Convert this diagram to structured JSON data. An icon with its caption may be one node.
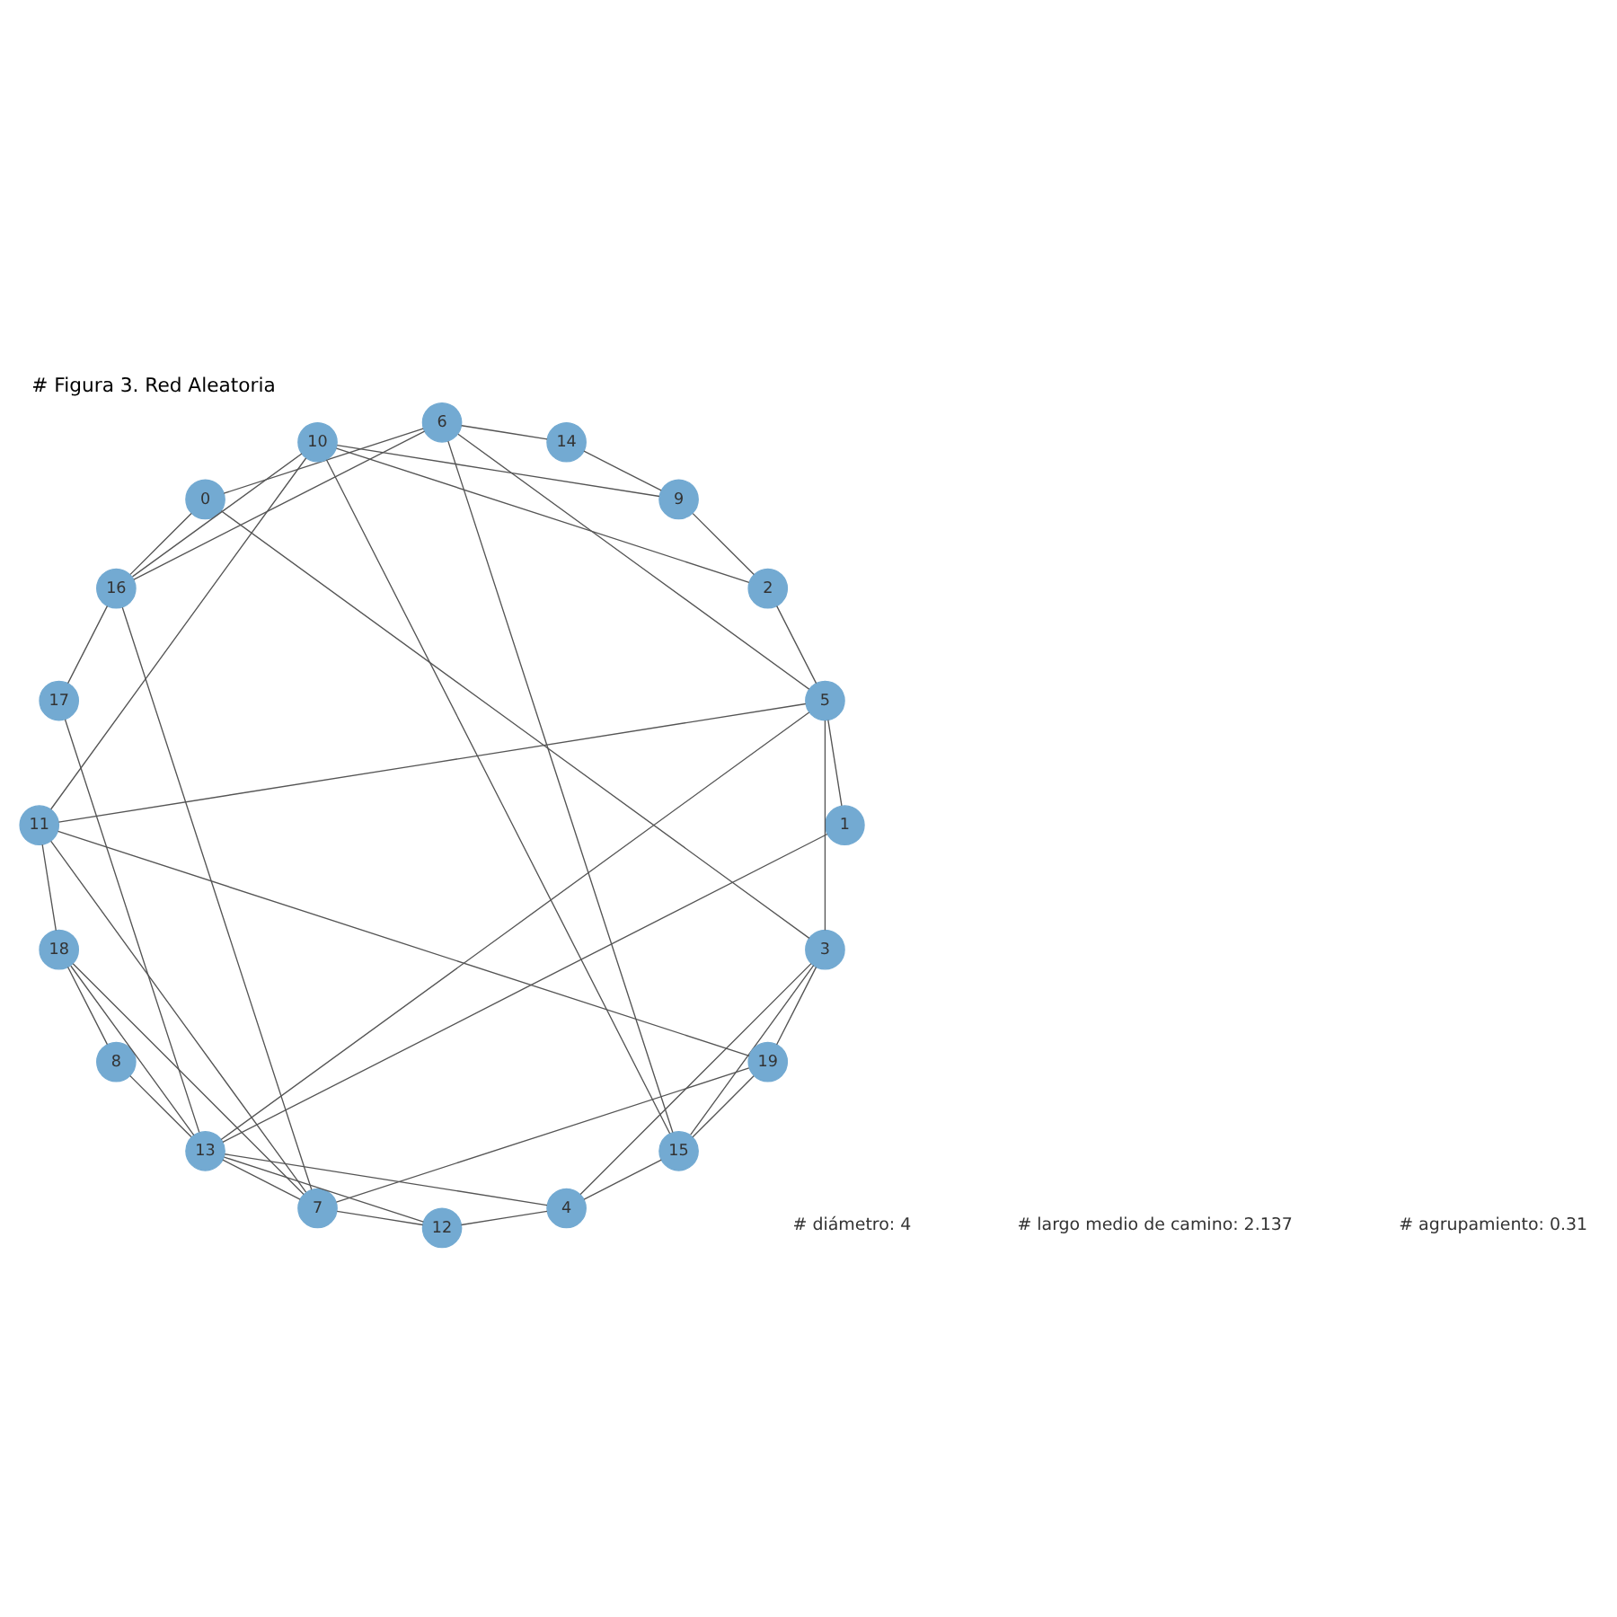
{
  "diagram": {
    "title": "# Figura 3. Red Aleatoria",
    "labels": [
      "# diámetro: 4",
      "# largo medio de camino: 2.137",
      "# agrupamiento: 0.31"
    ],
    "nodes": [
      {
        "text": [
          "0"
        ]
      },
      {
        "text": [
          "1"
        ]
      },
      {
        "text": [
          "2"
        ]
      },
      {
        "text": [
          "3"
        ]
      },
      {
        "text": [
          "4"
        ]
      },
      {
        "text": [
          "5"
        ]
      },
      {
        "text": [
          "6"
        ]
      },
      {
        "text": [
          "7"
        ]
      },
      {
        "text": [
          "8"
        ]
      },
      {
        "text": [
          "9"
        ]
      },
      {
        "text": [
          "10"
        ]
      },
      {
        "text": [
          "11"
        ]
      },
      {
        "text": [
          "12"
        ]
      },
      {
        "text": [
          "13"
        ]
      },
      {
        "text": [
          "14"
        ]
      },
      {
        "text": [
          "15"
        ]
      },
      {
        "text": [
          "16"
        ]
      },
      {
        "text": [
          "17"
        ]
      },
      {
        "text": [
          "18"
        ]
      },
      {
        "text": [
          "19"
        ]
      }
    ],
    "edges": [
      {
        "from": 5,
        "to": 6,
        "arrow": "none"
      },
      {
        "from": 3,
        "to": 5,
        "arrow": "none"
      },
      {
        "from": 2,
        "to": 5,
        "arrow": "none"
      },
      {
        "from": 1,
        "to": 5,
        "arrow": "none"
      },
      {
        "from": 5,
        "to": 11,
        "arrow": "none"
      },
      {
        "from": 5,
        "to": 13,
        "arrow": "none"
      },
      {
        "from": 3,
        "to": 4,
        "arrow": "none"
      },
      {
        "from": 4,
        "to": 12,
        "arrow": "none"
      },
      {
        "from": 4,
        "to": 13,
        "arrow": "none"
      },
      {
        "from": 4,
        "to": 15,
        "arrow": "none"
      },
      {
        "from": 0,
        "to": 6,
        "arrow": "none"
      },
      {
        "from": 6,
        "to": 14,
        "arrow": "none"
      },
      {
        "from": 6,
        "to": 15,
        "arrow": "none"
      },
      {
        "from": 6,
        "to": 16,
        "arrow": "none"
      },
      {
        "from": 7,
        "to": 11,
        "arrow": "none"
      },
      {
        "from": 7,
        "to": 12,
        "arrow": "none"
      },
      {
        "from": 7,
        "to": 13,
        "arrow": "none"
      },
      {
        "from": 7,
        "to": 16,
        "arrow": "none"
      },
      {
        "from": 7,
        "to": 18,
        "arrow": "none"
      },
      {
        "from": 7,
        "to": 19,
        "arrow": "none"
      },
      {
        "from": 8,
        "to": 13,
        "arrow": "none"
      },
      {
        "from": 8,
        "to": 18,
        "arrow": "none"
      },
      {
        "from": 2,
        "to": 9,
        "arrow": "none"
      },
      {
        "from": 9,
        "to": 10,
        "arrow": "none"
      },
      {
        "from": 9,
        "to": 14,
        "arrow": "none"
      },
      {
        "from": 2,
        "to": 10,
        "arrow": "none"
      },
      {
        "from": 10,
        "to": 11,
        "arrow": "none"
      },
      {
        "from": 10,
        "to": 15,
        "arrow": "none"
      },
      {
        "from": 10,
        "to": 16,
        "arrow": "none"
      },
      {
        "from": 11,
        "to": 19,
        "arrow": "none"
      },
      {
        "from": 11,
        "to": 18,
        "arrow": "none"
      },
      {
        "from": 12,
        "to": 13,
        "arrow": "none"
      },
      {
        "from": 1,
        "to": 13,
        "arrow": "none"
      },
      {
        "from": 13,
        "to": 18,
        "arrow": "none"
      },
      {
        "from": 13,
        "to": 17,
        "arrow": "none"
      },
      {
        "from": 3,
        "to": 15,
        "arrow": "none"
      },
      {
        "from": 3,
        "to": 19,
        "arrow": "none"
      },
      {
        "from": 0,
        "to": 3,
        "arrow": "none"
      },
      {
        "from": 0,
        "to": 16,
        "arrow": "none"
      },
      {
        "from": 15,
        "to": 19,
        "arrow": "none"
      },
      {
        "from": 16,
        "to": 17,
        "arrow": "none"
      }
    ]
  }
}
